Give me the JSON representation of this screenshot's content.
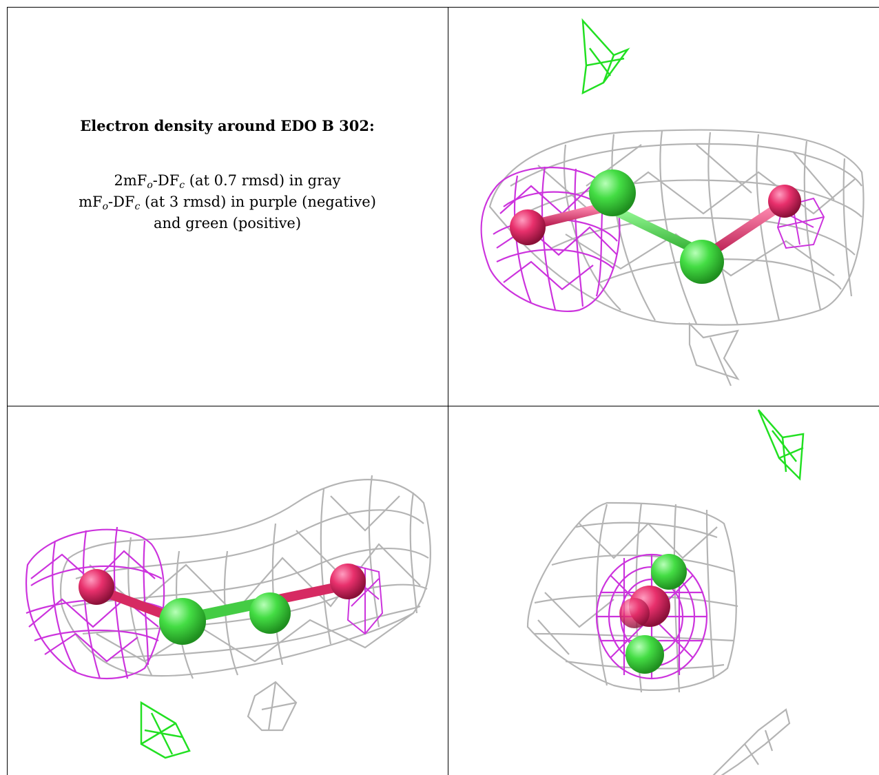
{
  "caption": {
    "title": "Electron density around EDO B 302:",
    "line1_pre": "2mF",
    "line1_sub1": "o",
    "line1_mid": "-DF",
    "line1_sub2": "c",
    "line1_post": " (at 0.7 rmsd) in gray",
    "line2_pre": "mF",
    "line2_sub1": "o",
    "line2_mid": "-DF",
    "line2_sub2": "c",
    "line2_post": " (at 3 rmsd) in purple (negative)",
    "line3": "and green (positive)"
  },
  "colors": {
    "gray_mesh": "#b4b4b4",
    "purple_mesh": "#cc33dd",
    "green_mesh": "#22e022",
    "carbon": "#44dd44",
    "oxygen": "#e8306c"
  },
  "panels": [
    {
      "view": "top-right",
      "icon": "electron-density-view-1"
    },
    {
      "view": "bottom-left",
      "icon": "electron-density-view-2"
    },
    {
      "view": "bottom-right",
      "icon": "electron-density-view-3"
    }
  ]
}
